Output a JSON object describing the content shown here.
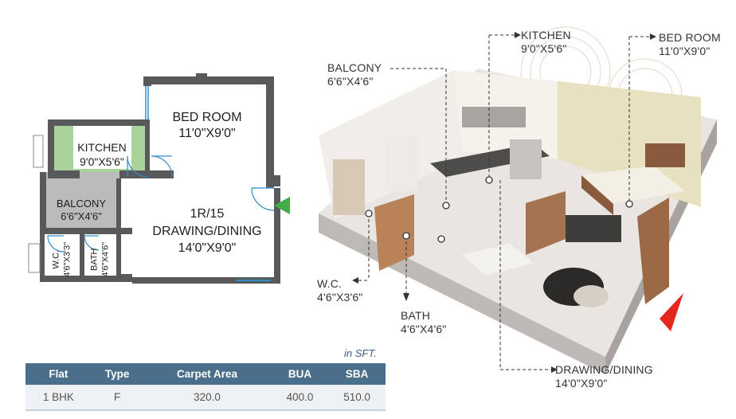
{
  "plan2d": {
    "bedroom": {
      "name": "BED ROOM",
      "size": "11'0\"X9'0\""
    },
    "kitchen": {
      "name": "KITCHEN",
      "size": "9'0\"X5'6\""
    },
    "balcony": {
      "name": "BALCONY",
      "size": "6'6\"X4'6\""
    },
    "drawing": {
      "unit": "1R/15",
      "name": "DRAWING/DINING",
      "size": "14'0\"X9'0\""
    },
    "wc": {
      "name": "W.C.",
      "size": "4'6\"X3'3\""
    },
    "bath": {
      "name": "BATH",
      "size": "4'6\"X4'6\""
    }
  },
  "plan3d": {
    "kitchen": {
      "name": "KITCHEN",
      "size": "9'0\"X5'6\""
    },
    "bedroom": {
      "name": "BED ROOM",
      "size": "11'0\"X9'0\""
    },
    "balcony": {
      "name": "BALCONY",
      "size": "6'6\"X4'6\""
    },
    "wc": {
      "name": "W.C.",
      "size": "4'6\"X3'6\""
    },
    "bath": {
      "name": "BATH",
      "size": "4'6\"X4'6\""
    },
    "drawing": {
      "name": "DRAWING/DINING",
      "size": "14'0\"X9'0\""
    }
  },
  "area_table": {
    "unit_note": "in SFT.",
    "headers": [
      "Flat",
      "Type",
      "Carpet Area",
      "BUA",
      "SBA"
    ],
    "rows": [
      [
        "1 BHK",
        "F",
        "320.0",
        "400.0",
        "510.0"
      ]
    ]
  },
  "colors": {
    "wall": "#58595b",
    "kitchen_fill": "#a9d39a",
    "balcony_fill": "#b9bbbd",
    "window": "#2e8fc9",
    "entry_marker": "#3fae49",
    "view_marker": "#e6271f",
    "table_header": "#4b6f8a",
    "table_row": "#eef1f4"
  }
}
